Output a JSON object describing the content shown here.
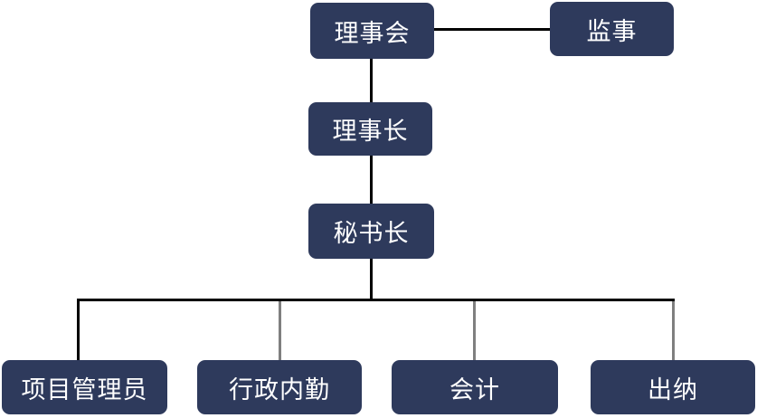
{
  "diagram": {
    "type": "org-chart",
    "colors": {
      "background": "#ffffff",
      "node_fill": "#2e3a5c",
      "node_text": "#ffffff",
      "connector_black": "#000000",
      "connector_gray": "#7f7f7f"
    },
    "nodes": {
      "board": {
        "label": "理事会",
        "level": 1
      },
      "supervisor": {
        "label": "监事",
        "level": 1
      },
      "chairman": {
        "label": "理事长",
        "level": 2
      },
      "secretary_general": {
        "label": "秘书长",
        "level": 3
      },
      "project_manager": {
        "label": "项目管理员",
        "level": 4
      },
      "admin_staff": {
        "label": "行政内勤",
        "level": 4
      },
      "accountant": {
        "label": "会计",
        "level": 4
      },
      "cashier": {
        "label": "出纳",
        "level": 4
      }
    },
    "edges": [
      {
        "from": "board",
        "to": "supervisor",
        "style": "horizontal-black"
      },
      {
        "from": "board",
        "to": "chairman",
        "style": "vertical-black"
      },
      {
        "from": "chairman",
        "to": "secretary_general",
        "style": "vertical-black"
      },
      {
        "from": "secretary_general",
        "to": "project_manager",
        "style": "elbow-black"
      },
      {
        "from": "secretary_general",
        "to": "admin_staff",
        "style": "elbow-gray"
      },
      {
        "from": "secretary_general",
        "to": "accountant",
        "style": "elbow-gray"
      },
      {
        "from": "secretary_general",
        "to": "cashier",
        "style": "elbow-gray"
      }
    ]
  }
}
